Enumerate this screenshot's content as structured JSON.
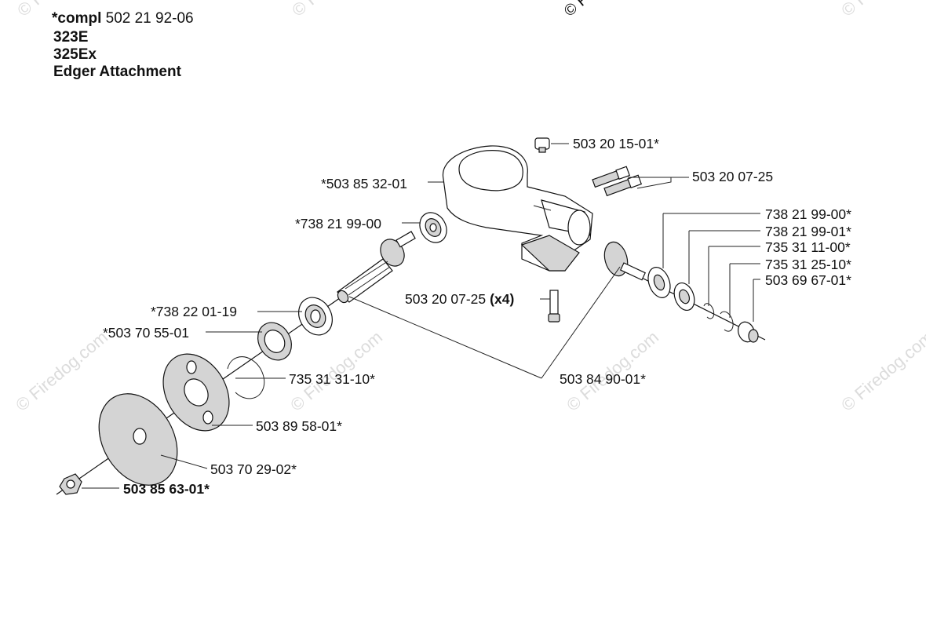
{
  "header": {
    "compl_prefix": "*compl",
    "compl_number": "502 21 92-06",
    "models": [
      "323E",
      "325Ex"
    ],
    "title": "Edger Attachment"
  },
  "watermark": {
    "text": "© Firedog.com"
  },
  "labels": {
    "bolt_top": "503 20 15-01*",
    "gear_housing": "*503 85 32-01",
    "screws_pair": "503 20 07-25",
    "bearing_left": "*738 21 99-00",
    "bearing_right_a": "738 21 99-00*",
    "bearing_right_b": "738 21 99-01*",
    "circlip_a": "735 31 11-00*",
    "circlip_b": "735 31 25-10*",
    "nut_right": "503 69 67-01*",
    "screw_x4_number": "503 20 07-25",
    "screw_x4_qty": "(x4)",
    "seal": "*738 22 01-19",
    "washer": "*503 70 55-01",
    "retaining_ring": "735 31 31-10*",
    "shaft_gears": "503 84 90-01*",
    "blade_holder": "503 89 58-01*",
    "blade": "503 70 29-02*",
    "blade_nut": "503 85 63-01*"
  }
}
